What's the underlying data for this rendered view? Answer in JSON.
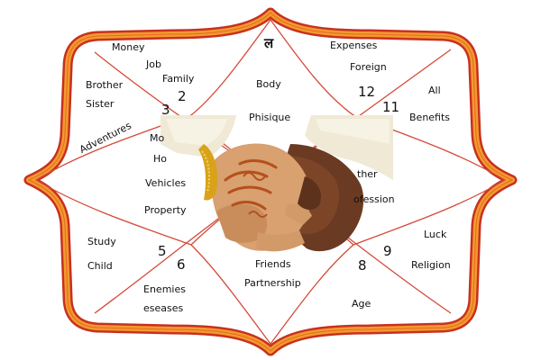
{
  "chart_title_glyph": "ल",
  "houses": [
    {
      "id": "1",
      "number_text": "",
      "labels": [
        "Body",
        "Phisique"
      ]
    },
    {
      "id": "2",
      "number_text": "2",
      "labels": [
        "Money",
        "Job",
        "Family"
      ]
    },
    {
      "id": "3",
      "number_text": "3",
      "labels": [
        "Brother",
        "Sister",
        "Adventures"
      ]
    },
    {
      "id": "4",
      "number_text": "",
      "labels": [
        "Mo",
        "Ho",
        "Vehicles",
        "Property"
      ]
    },
    {
      "id": "5",
      "number_text": "5",
      "labels": [
        "Study",
        "Child"
      ]
    },
    {
      "id": "6",
      "number_text": "6",
      "labels": [
        "Enemies",
        "eseases"
      ]
    },
    {
      "id": "7",
      "number_text": "",
      "labels": [
        "Friends",
        "Partnership"
      ]
    },
    {
      "id": "8",
      "number_text": "8",
      "labels": [
        "Age"
      ]
    },
    {
      "id": "9",
      "number_text": "9",
      "labels": [
        "Luck",
        "Religion"
      ]
    },
    {
      "id": "10",
      "number_text": "",
      "labels": [
        "ther",
        "ofession"
      ]
    },
    {
      "id": "11",
      "number_text": "11",
      "labels": [
        "All",
        "Benefits"
      ]
    },
    {
      "id": "12",
      "number_text": "12",
      "labels": [
        "Expenses",
        "Foreign"
      ]
    }
  ],
  "colors": {
    "outer_outline": "#c8301f",
    "outer_fill": "#f29a2e",
    "inner_lines": "#d44a3a",
    "skin_dark": "#6b3a22",
    "skin_henna": "#d9a070",
    "henna": "#b4501c",
    "gold": "#d9a21a",
    "sleeve": "#efe9d6"
  },
  "image_subject": "two clasped hands with henna and a gold bracelet"
}
